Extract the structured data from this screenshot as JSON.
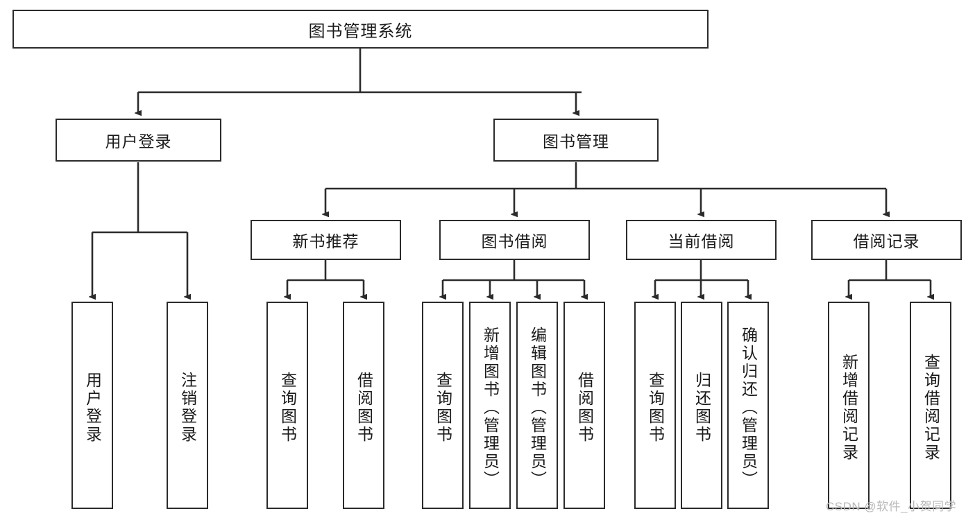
{
  "diagram": {
    "type": "tree",
    "title": "图书管理系统",
    "watermark": "CSDN @软件_小贺同学",
    "colors": {
      "box_border": "#2b2b2b",
      "box_fill": "#ffffff",
      "edge": "#2b2b2b",
      "text": "#1a1a1a",
      "watermark": "#b9b9b9"
    },
    "nodes": {
      "root": {
        "label": "图书管理系统"
      },
      "level2": [
        {
          "label": "用户登录"
        },
        {
          "label": "图书管理"
        }
      ],
      "level3": [
        {
          "label": "新书推荐"
        },
        {
          "label": "图书借阅"
        },
        {
          "label": "当前借阅"
        },
        {
          "label": "借阅记录"
        }
      ],
      "leaves": {
        "user_login": [
          {
            "label": "用户登录"
          },
          {
            "label": "注销登录"
          }
        ],
        "new_book_recommend": [
          {
            "label": "查询图书"
          },
          {
            "label": "借阅图书"
          }
        ],
        "book_borrow": [
          {
            "label": "查询图书"
          },
          {
            "label": "新增图书（管理员）"
          },
          {
            "label": "编辑图书（管理员）"
          },
          {
            "label": "借阅图书"
          }
        ],
        "current_borrow": [
          {
            "label": "查询图书"
          },
          {
            "label": "归还图书"
          },
          {
            "label": "确认归还（管理员）"
          }
        ],
        "borrow_records": [
          {
            "label": "新增借阅记录"
          },
          {
            "label": "查询借阅记录"
          }
        ]
      }
    }
  }
}
